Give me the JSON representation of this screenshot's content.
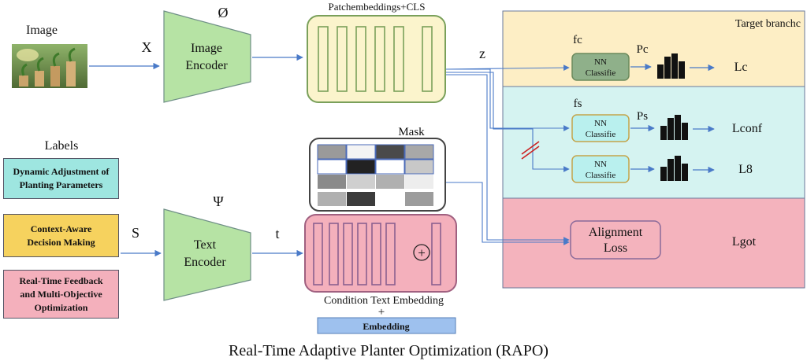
{
  "title": "Real-Time Adaptive Planter Optimization (RAPO)",
  "image_label": "Image",
  "x_symbol": "X",
  "phi_symbol": "Ø",
  "image_encoder": [
    "Image",
    "Encoder"
  ],
  "patch_label": "Patchembeddings+CLS",
  "z_symbol": "z",
  "labels_heading": "Labels",
  "label_boxes": [
    {
      "lines": [
        "Dynamic Adjustment of",
        "Planting Parameters"
      ],
      "color": "#9ee6e0"
    },
    {
      "lines": [
        "Context-Aware",
        "Decision Making"
      ],
      "color": "#f6d25e"
    },
    {
      "lines": [
        "Real-Time Feedback",
        "and Multi-Objective",
        "Optimization"
      ],
      "color": "#f4b0bc"
    }
  ],
  "s_symbol": "S",
  "psi_symbol": "Ψ",
  "text_encoder": [
    "Text",
    "Encoder"
  ],
  "t_symbol": "t",
  "mask_label": "Mask",
  "oplus_symbol": "+",
  "condition_label": "Condition Text Embedding",
  "plus_symbol": "+",
  "embedding_label": "Embedding",
  "target_branch_label": "Target branchc",
  "fc_label": "fc",
  "pc_label": "Pc",
  "lc_label": "Lc",
  "fs_label": "fs",
  "ps_label": "Ps",
  "lconf_label": "Lconf",
  "l8_label": "L8",
  "nn_label": [
    "NN",
    "Classifie"
  ],
  "alignment_label": [
    "Alignment",
    "Loss"
  ],
  "lgot_label": "Lgot",
  "colors": {
    "encoder": "#b6e3a4",
    "patch_fill": "#fbf4cc",
    "patch_border": "#7aa05a",
    "text_emb_fill": "#f4b0bc",
    "text_emb_border": "#a06080",
    "embedding_fill": "#9ec1ee",
    "region_top": "#fdeec5",
    "region_mid": "#d5f3f1",
    "region_bottom": "#f4b3bd",
    "arrow": "#4a7ac8",
    "slash": "#cc2222"
  }
}
